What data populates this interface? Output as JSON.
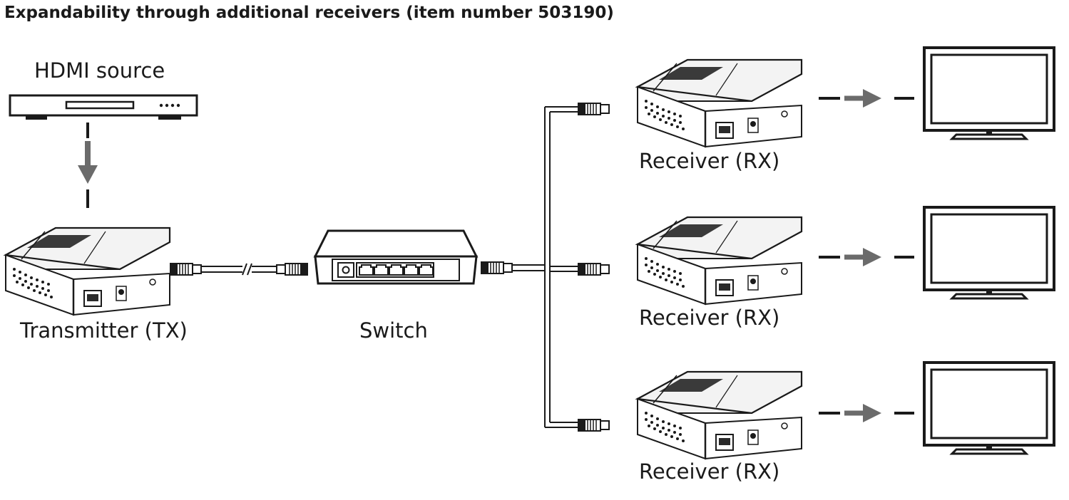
{
  "title": "Expandability through additional receivers (item number 503190)",
  "labels": {
    "source": "HDMI source",
    "transmitter": "Transmitter (TX)",
    "switch": "Switch",
    "receiver_1": "Receiver (RX)",
    "receiver_2": "Receiver (RX)",
    "receiver_3": "Receiver (RX)"
  },
  "colors": {
    "line": "#1a1a1a",
    "arrow": "#6b6b6b",
    "device_top": "#f2f2f2",
    "device_face": "#ffffff"
  }
}
